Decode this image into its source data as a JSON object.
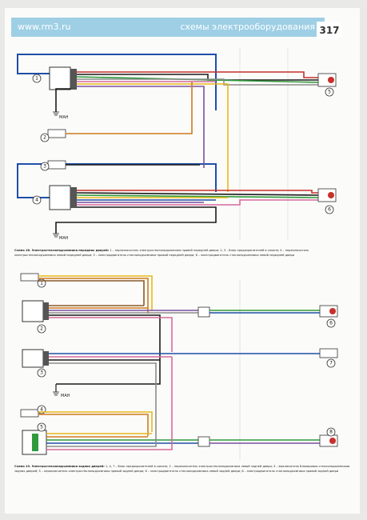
{
  "header": {
    "url": "www.rm3.ru",
    "section_title": "схемы электрооборудования",
    "page_number": "317"
  },
  "diagram_top": {
    "ground_label_1": "MAH",
    "ground_label_2": "MAH",
    "components": [
      "1",
      "2",
      "3",
      "4",
      "5",
      "6"
    ]
  },
  "diagram_bottom": {
    "ground_label": "MAH",
    "components": [
      "1",
      "2",
      "3",
      "4",
      "5",
      "6",
      "7",
      "8"
    ]
  },
  "caption_top": {
    "title": "Схема 18. Электростеклоподъемники передних дверей:",
    "text": "1 – переключатель электростеклоподъемника правой передней двери; 2, 3 – блок предохранителей в салоне; 4 – переключатель электростеклоподъемника левой передней двери; 5 – электродвигатель стеклоподъемника правой передней двери; 6 – электродвигатель стеклоподъемника левой передней двери"
  },
  "caption_bottom": {
    "title": "Схема 19. Электростеклоподъемники задних дверей:",
    "text": "1, 4, 7 – блок предохранителей в салоне; 2 – переключатель электростеклоподъемника левой задней двери; 3 – выключатель блокировки стеклоподъемников задних дверей; 5 – переключатель электростеклоподъемника правой задней двери; 6 – электродвигатель стеклоподъемника левой задней двери; 8 – электродвигатель стеклоподъемника правой задней двери"
  },
  "colors": {
    "blue": "#1f4fa8",
    "black": "#1b1b1b",
    "yellow": "#e8b81a",
    "orange": "#d07a1e",
    "pink": "#d86a9c",
    "green": "#2f9a3c",
    "red": "#c8302a",
    "brown": "#8a5a2b",
    "gray": "#8c8c8c",
    "violet": "#7b4fa0"
  }
}
